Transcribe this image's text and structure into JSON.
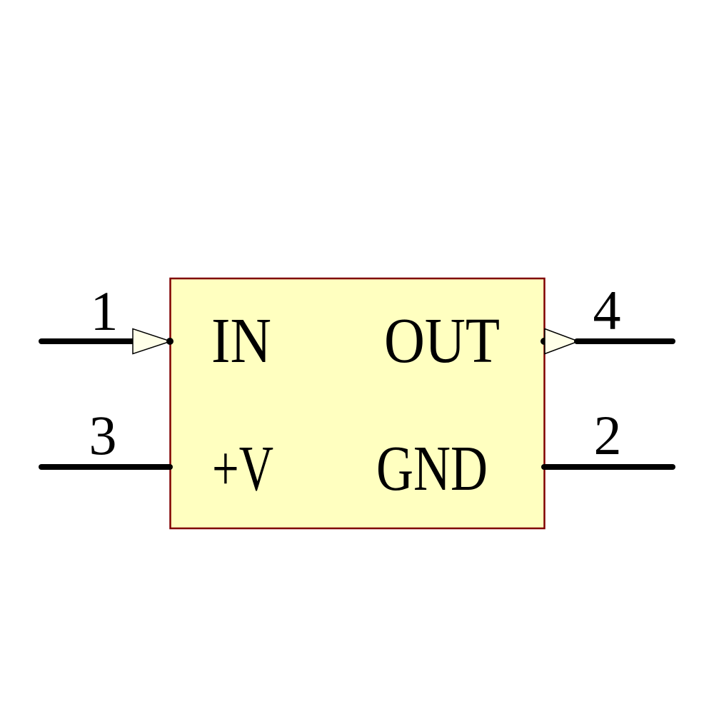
{
  "component": {
    "type": "schematic-symbol",
    "colors": {
      "background": "#FFFFFF",
      "body_fill": "#FFFFC0",
      "body_border": "#800000",
      "wire": "#000000",
      "arrow_fill": "#FFFFE8",
      "arrow_outline": "#000000",
      "text": "#000000"
    },
    "pins": [
      {
        "number": "1",
        "label": "IN",
        "side": "left",
        "row": "top",
        "has_arrow": true,
        "arrow_direction": "right"
      },
      {
        "number": "3",
        "label": "+V",
        "side": "left",
        "row": "bottom",
        "has_arrow": false,
        "arrow_direction": ""
      },
      {
        "number": "4",
        "label": "OUT",
        "side": "right",
        "row": "top",
        "has_arrow": true,
        "arrow_direction": "right"
      },
      {
        "number": "2",
        "label": "GND",
        "side": "right",
        "row": "bottom",
        "has_arrow": false,
        "arrow_direction": ""
      }
    ]
  }
}
